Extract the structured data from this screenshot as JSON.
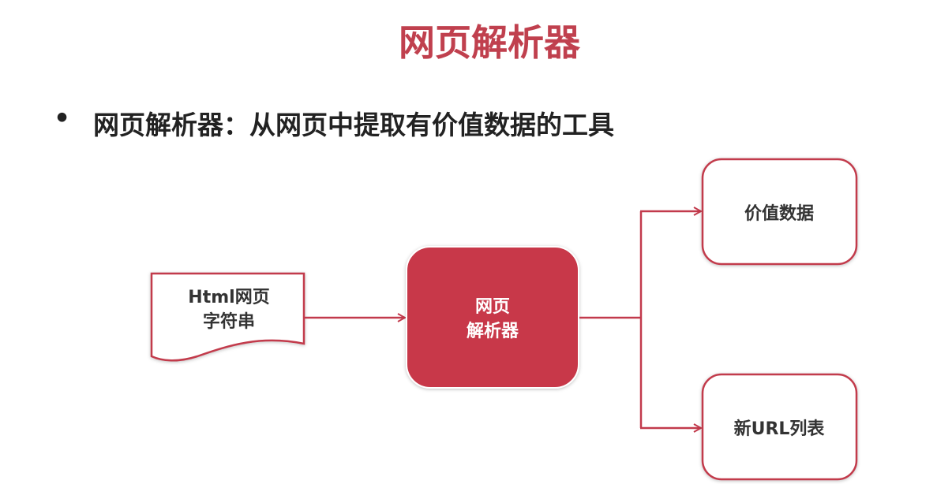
{
  "title": "网页解析器",
  "bullet": "从网页中提取有价值数据的工具",
  "bullet_full": "网页解析器：从网页中提取有价值数据的工具",
  "nodes": {
    "input": {
      "line1": "Html网页",
      "line2": "字符串"
    },
    "parser": {
      "line1": "网页",
      "line2": "解析器"
    },
    "output1": "价值数据",
    "output2": "新URL列表"
  },
  "colors": {
    "accent": "#c8394a",
    "title": "#c0404e",
    "line": "#c23a4c",
    "text": "#333333"
  }
}
